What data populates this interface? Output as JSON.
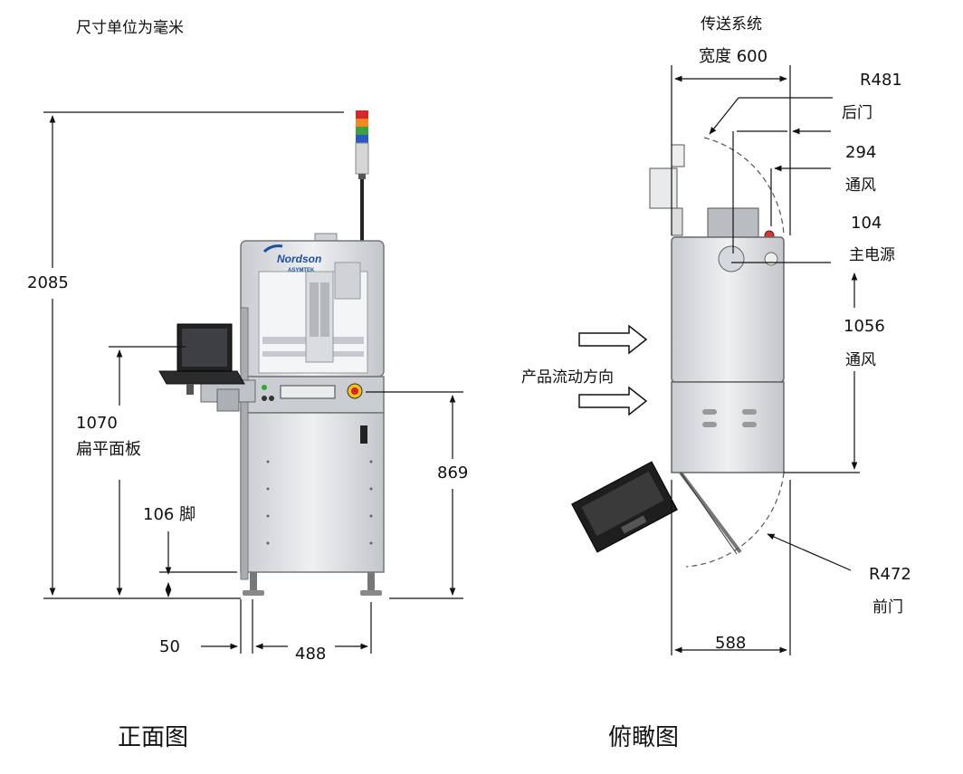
{
  "header": {
    "units_note": "尺寸单位为毫米"
  },
  "front_view": {
    "caption": "正面图",
    "dims": {
      "height": "2085",
      "panel_height": "1070",
      "panel_label": "扁平面板",
      "foot": "106 脚",
      "conveyor_height": "869",
      "left_offset": "50",
      "width": "488"
    },
    "brand": {
      "name": "Nordson",
      "sub": "ASYMTEK"
    }
  },
  "top_view": {
    "caption": "俯瞰图",
    "title": "传送系统",
    "width_label": "宽度 600",
    "rear_door_radius": "R481",
    "rear_door_label": "后门",
    "vent_top_value": "294",
    "vent_top_label": "通风",
    "main_power_value": "104",
    "main_power_label": "主电源",
    "vent_side_value": "1056",
    "vent_side_label": "通风",
    "flow_label": "产品流动方向",
    "front_door_radius": "R472",
    "front_door_label": "前门",
    "depth": "588"
  },
  "colors": {
    "line": "#111111",
    "cabinet": "#e4e6e8",
    "cabinet_dark": "#b9bcc0",
    "accent_blue": "#1f4fa3"
  }
}
